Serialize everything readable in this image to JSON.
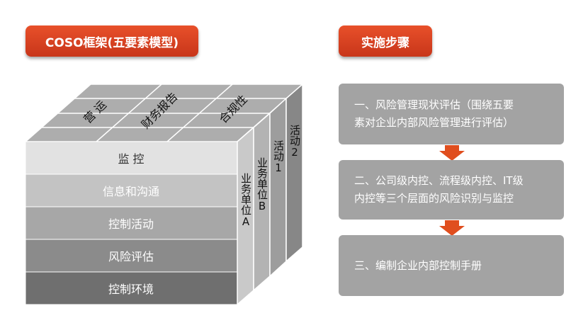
{
  "left_title": "COSO框架(五要素模型)",
  "right_title": "实施步骤",
  "cube": {
    "front_layers": [
      "监 控",
      "信息和沟通",
      "控制活动",
      "风险评估",
      "控制环境"
    ],
    "top_labels": [
      "营 运",
      "财务报告",
      "合规性"
    ],
    "side_labels": [
      "业务单位A",
      "业务单位B",
      "活动1",
      "活动2"
    ]
  },
  "steps": [
    {
      "line1": "一、风险管理现状评估（围绕五要",
      "line2": "素对企业内部风险管理进行评估）"
    },
    {
      "line1": "二、公司级内控、流程级内控、IT级",
      "line2": "内控等三个层面的风险识别与监控"
    },
    {
      "line1": "三、编制企业内部控制手册",
      "line2": ""
    }
  ],
  "colors": {
    "accent": "#d7421f",
    "step_box": "#a3a3a3",
    "arrow": "#e04e1e"
  }
}
